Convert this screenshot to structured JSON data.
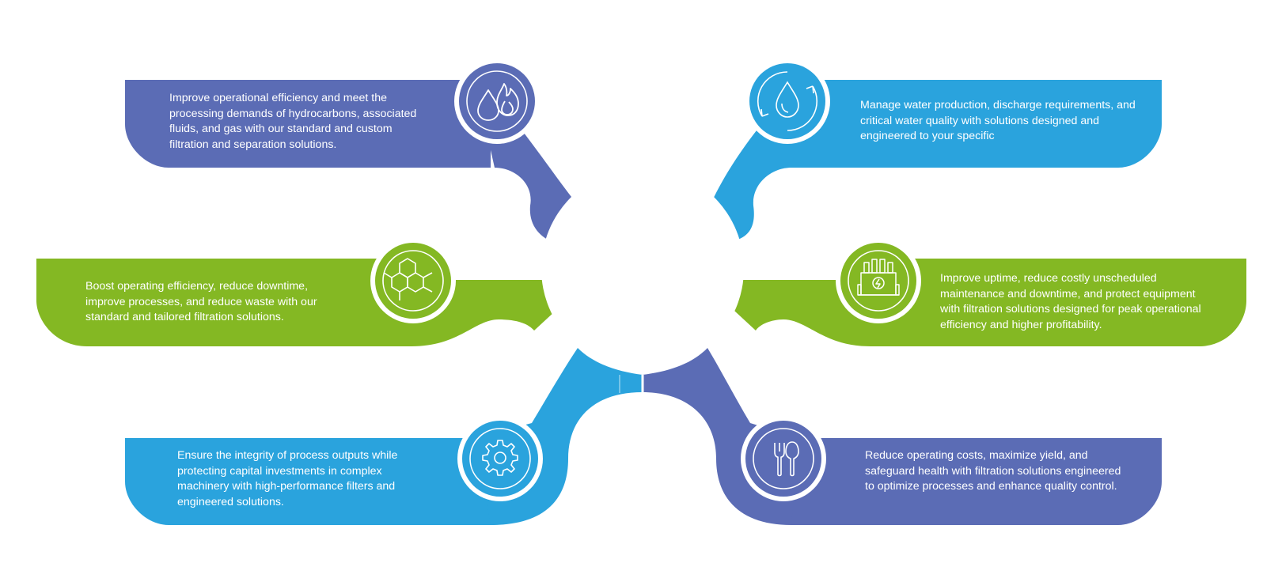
{
  "colors": {
    "purple": "#5b6cb5",
    "blue": "#2aa3dd",
    "green": "#84b823",
    "white": "#ffffff"
  },
  "segments": [
    {
      "id": "oil-gas",
      "color": "purple",
      "icon": "drop-flame-icon",
      "text": "Improve operational efficiency and meet the processing demands of hydrocarbons, associated fluids, and gas with our standard and custom filtration and separation solutions."
    },
    {
      "id": "water",
      "color": "blue",
      "icon": "water-cycle-icon",
      "text": "Manage water production, discharge requirements, and critical water quality with solutions designed and engineered to your specific"
    },
    {
      "id": "chemical",
      "color": "green",
      "icon": "hexagon-molecule-icon",
      "text": "Boost operating efficiency, reduce downtime, improve processes, and reduce waste with our standard and tailored filtration solutions."
    },
    {
      "id": "power",
      "color": "green",
      "icon": "power-plant-icon",
      "text": "Improve uptime, reduce costly unscheduled maintenance and downtime, and protect equipment with filtration solutions designed for peak operational efficiency and higher profitability."
    },
    {
      "id": "industrial",
      "color": "blue",
      "icon": "gear-icon",
      "text": "Ensure the integrity of process outputs while protecting capital investments in complex machinery with high-performance filters and engineered solutions."
    },
    {
      "id": "food",
      "color": "purple",
      "icon": "fork-spoon-icon",
      "text": "Reduce operating costs, maximize yield, and safeguard health with filtration solutions engineered to optimize processes and enhance quality control."
    }
  ]
}
